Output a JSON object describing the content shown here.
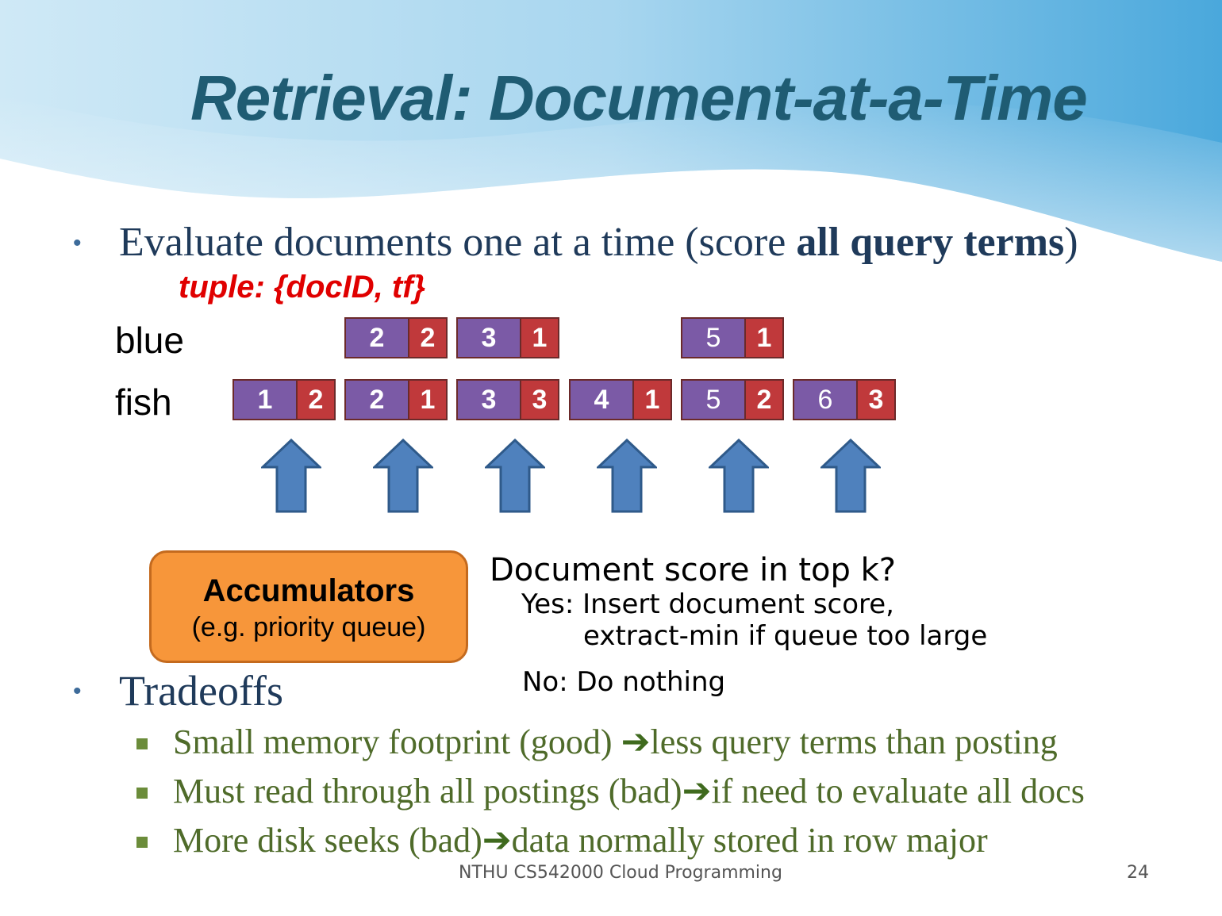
{
  "title": "Retrieval: Document-at-a-Time",
  "bullet1": {
    "prefix": "Evaluate documents one at a time (score ",
    "bold": "all query terms",
    "suffix": ")"
  },
  "tuple_label": "tuple: {docID, tf}",
  "postings": {
    "blue": {
      "label": "blue",
      "items": [
        {
          "doc": "2",
          "tf": "2"
        },
        {
          "doc": "3",
          "tf": "1"
        },
        {
          "doc": "5",
          "tf": "1"
        }
      ]
    },
    "fish": {
      "label": "fish",
      "items": [
        {
          "doc": "1",
          "tf": "2"
        },
        {
          "doc": "2",
          "tf": "1"
        },
        {
          "doc": "3",
          "tf": "3"
        },
        {
          "doc": "4",
          "tf": "1"
        },
        {
          "doc": "5",
          "tf": "2"
        },
        {
          "doc": "6",
          "tf": "3"
        }
      ]
    }
  },
  "accumulators": {
    "title": "Accumulators",
    "subtitle": "(e.g. priority queue)"
  },
  "decision": {
    "question": "Document score in top k?",
    "yes_line1": "Yes: Insert document score,",
    "yes_line2": "extract-min if queue too large",
    "no": "No: Do nothing"
  },
  "bullet2": "Tradeoffs",
  "tradeoffs": [
    {
      "left": "Small memory footprint (good) ",
      "right": "less query terms than posting"
    },
    {
      "left": "Must read through all postings (bad)",
      "right": "if need to evaluate all docs"
    },
    {
      "left": "More disk seeks (bad)",
      "right": "data normally stored in row major"
    }
  ],
  "arrow_glyph": "➔",
  "footer": "NTHU CS542000 Cloud Programming",
  "page_number": "24",
  "colors": {
    "doc_cell": "#7b5aa6",
    "tf_cell": "#c0393b",
    "arrow_fill": "#4f81bd",
    "accumulator_fill": "#f7963a",
    "title": "#1f5c73",
    "tuple": "#e00000",
    "tradeoff_text": "#4f6b2a"
  }
}
